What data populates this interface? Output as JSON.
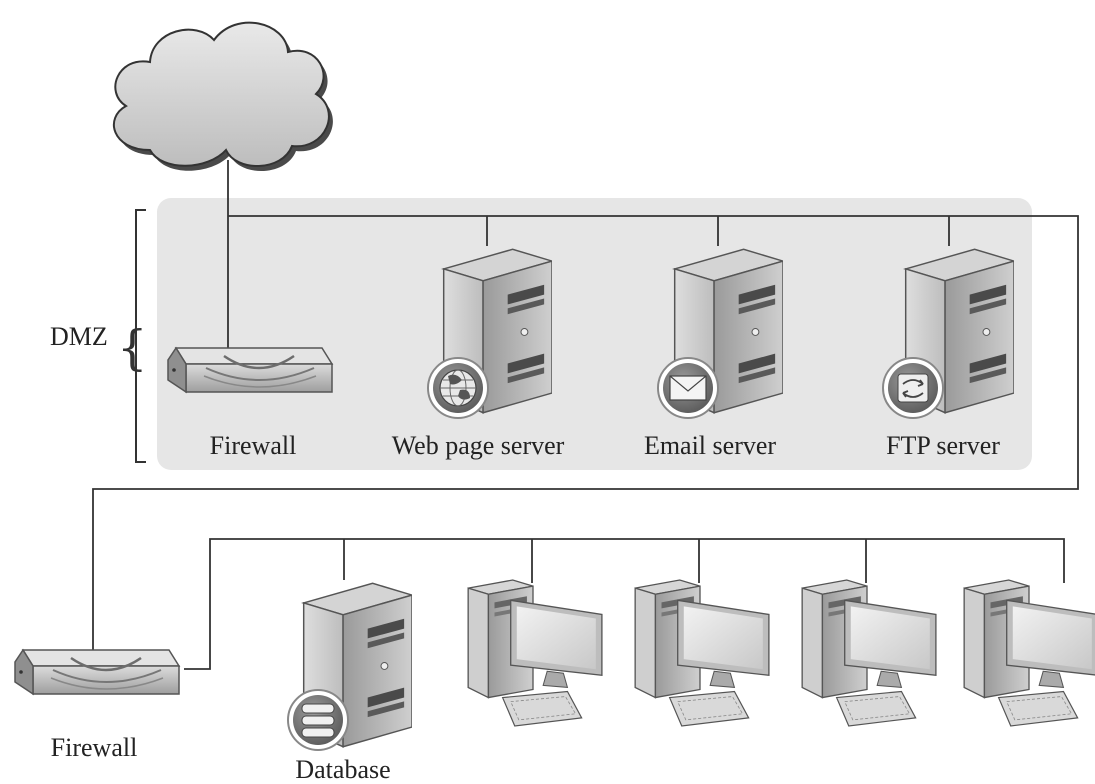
{
  "zone_label": "DMZ",
  "dmz": {
    "firewall_label": "Firewall",
    "servers": [
      {
        "label": "Web page server",
        "badge": "globe-icon"
      },
      {
        "label": "Email server",
        "badge": "envelope-icon"
      },
      {
        "label": "FTP server",
        "badge": "transfer-arrows-icon"
      }
    ]
  },
  "internal": {
    "firewall_label": "Firewall",
    "database_label": "Database",
    "workstation_count": 4
  },
  "colors": {
    "dmz_background": "#e6e6e6",
    "device_gray": "#b8b8b8",
    "line": "#333333"
  }
}
